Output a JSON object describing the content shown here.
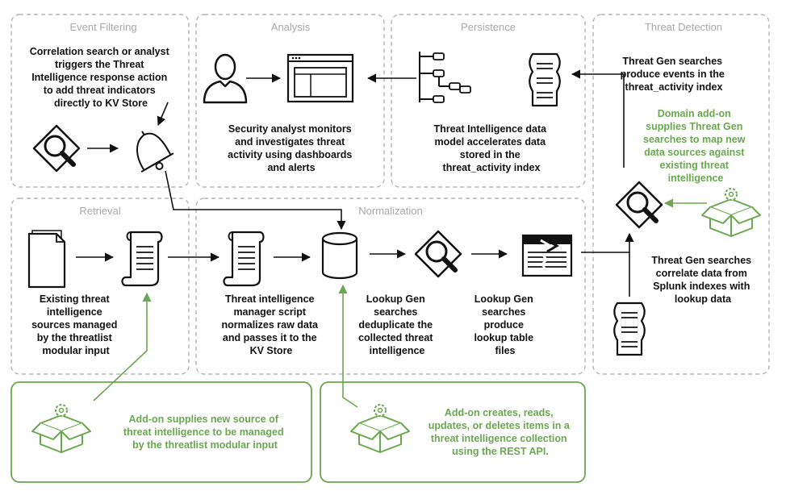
{
  "colors": {
    "section_border": "#b5b5b5",
    "section_title": "#a9a9a9",
    "green": "#6aa84f",
    "text": "#111111"
  },
  "sections": {
    "event_filtering": "Event Filtering",
    "analysis": "Analysis",
    "persistence": "Persistence",
    "threat_detection": "Threat Detection",
    "retrieval": "Retrieval",
    "normalization": "Normalization"
  },
  "texts": {
    "event_filtering_desc": [
      "Correlation search or analyst",
      "triggers the Threat",
      "Intelligence response action",
      "to add threat indicators",
      "directly to KV Store"
    ],
    "analysis_desc": [
      "Security analyst monitors",
      "and investigates threat",
      "activity using dashboards",
      "and alerts"
    ],
    "persistence_desc": [
      "Threat Intelligence data",
      "model accelerates data",
      "stored in the",
      "threat_activity index"
    ],
    "threat_gen_events": [
      "Threat Gen searches",
      "produce events in the",
      "threat_activity index"
    ],
    "domain_addon": [
      "Domain add-on",
      "supplies Threat Gen",
      "searches to map new",
      "data sources against",
      "existing threat",
      "intelligence"
    ],
    "threat_gen_correlate": [
      "Threat Gen searches",
      "correlate data from",
      "Splunk indexes with",
      "lookup data"
    ],
    "retrieval_desc": [
      "Existing threat",
      "intelligence",
      "sources managed",
      "by the threatlist",
      "modular input"
    ],
    "manager_desc": [
      "Threat intelligence",
      "manager script",
      "normalizes raw data",
      "and passes it to the",
      "KV Store"
    ],
    "dedupe_desc": [
      "Lookup Gen",
      "searches",
      "deduplicate the",
      "collected threat",
      "intelligence"
    ],
    "lookup_desc": [
      "Lookup Gen",
      "searches",
      "produce",
      "lookup table",
      "files"
    ],
    "addon_source": [
      "Add-on supplies new source of",
      "threat intelligence to be managed",
      "by the threatlist modular input"
    ],
    "addon_rest": [
      "Add-on creates, reads,",
      "updates, or deletes items in a",
      "threat intelligence collection",
      "using the REST API."
    ]
  },
  "icons": [
    "magnifier-icon",
    "bell-icon",
    "user-icon",
    "browser-window-icon",
    "tree-structure-icon",
    "document-list-icon",
    "magnifier-icon",
    "addon-box-icon",
    "blank-document-icon",
    "scroll-document-icon",
    "scroll-document-icon",
    "database-cylinder-icon",
    "magnifier-icon",
    "lookup-file-icon",
    "document-list-icon",
    "addon-box-icon",
    "addon-box-icon"
  ]
}
